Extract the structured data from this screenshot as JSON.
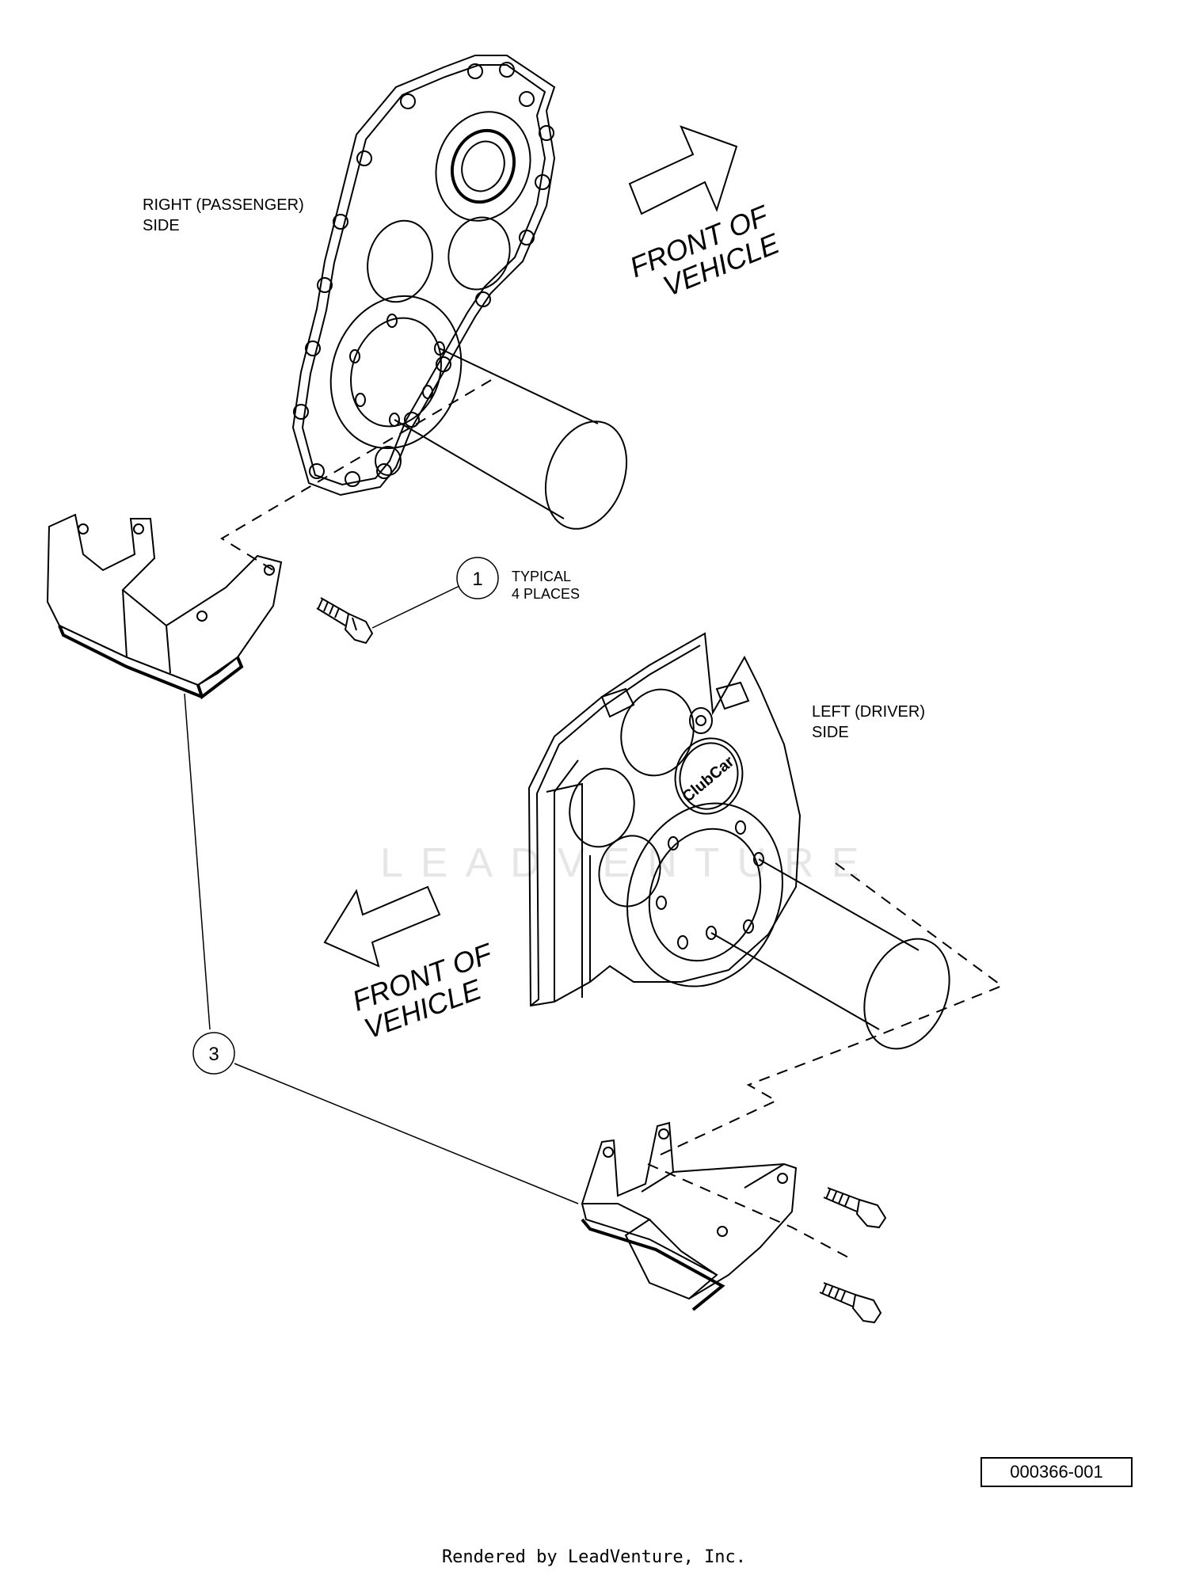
{
  "labels": {
    "right_side_line1": "RIGHT (PASSENGER)",
    "right_side_line2": "SIDE",
    "left_side_line1": "LEFT (DRIVER)",
    "left_side_line2": "SIDE",
    "front_top_line1": "FRONT OF",
    "front_top_line2": "VEHICLE",
    "front_bottom_line1": "FRONT OF",
    "front_bottom_line2": "VEHICLE",
    "typical_line1": "TYPICAL",
    "typical_line2": "4 PLACES"
  },
  "callouts": [
    "1",
    "3"
  ],
  "logo_text": "ClubCar",
  "watermark": "LEADVENTURE",
  "part_number": "000366-001",
  "footer": "Rendered by LeadVenture, Inc."
}
